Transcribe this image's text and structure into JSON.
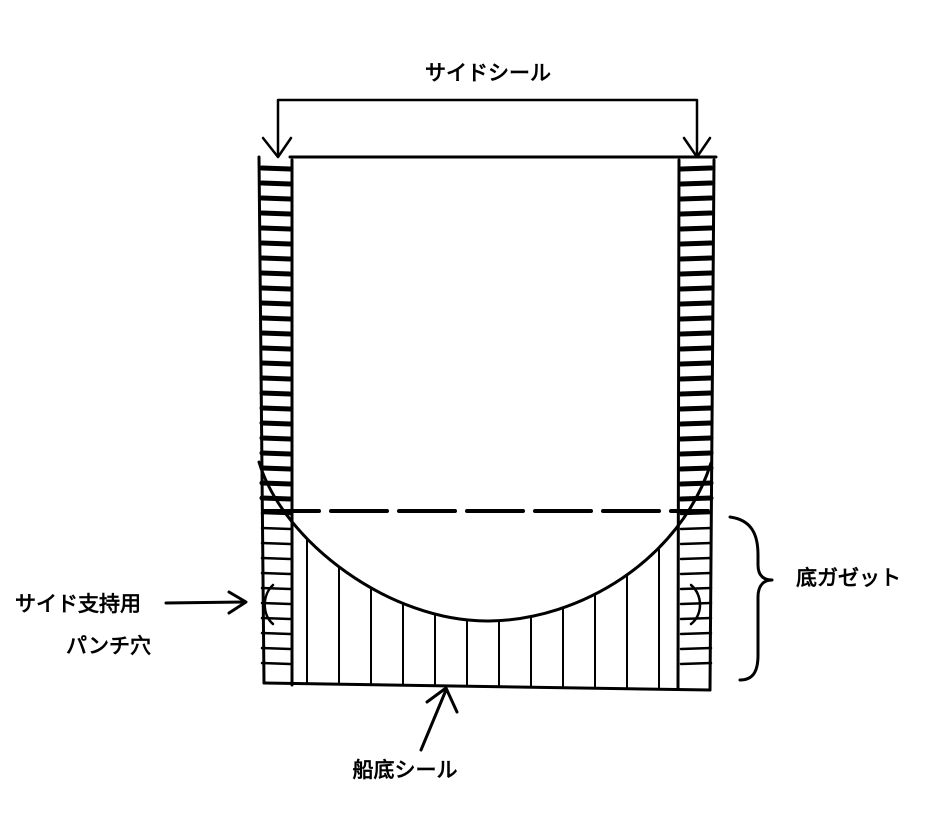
{
  "labels": {
    "side_seal": "サイドシール",
    "bottom_gusset": "底ガゼット",
    "support_punch_line1": "サイド支持用",
    "support_punch_line2": "パンチ穴",
    "boat_bottom_seal": "船底シール"
  },
  "colors": {
    "ink": "#000000",
    "background": "#ffffff"
  }
}
